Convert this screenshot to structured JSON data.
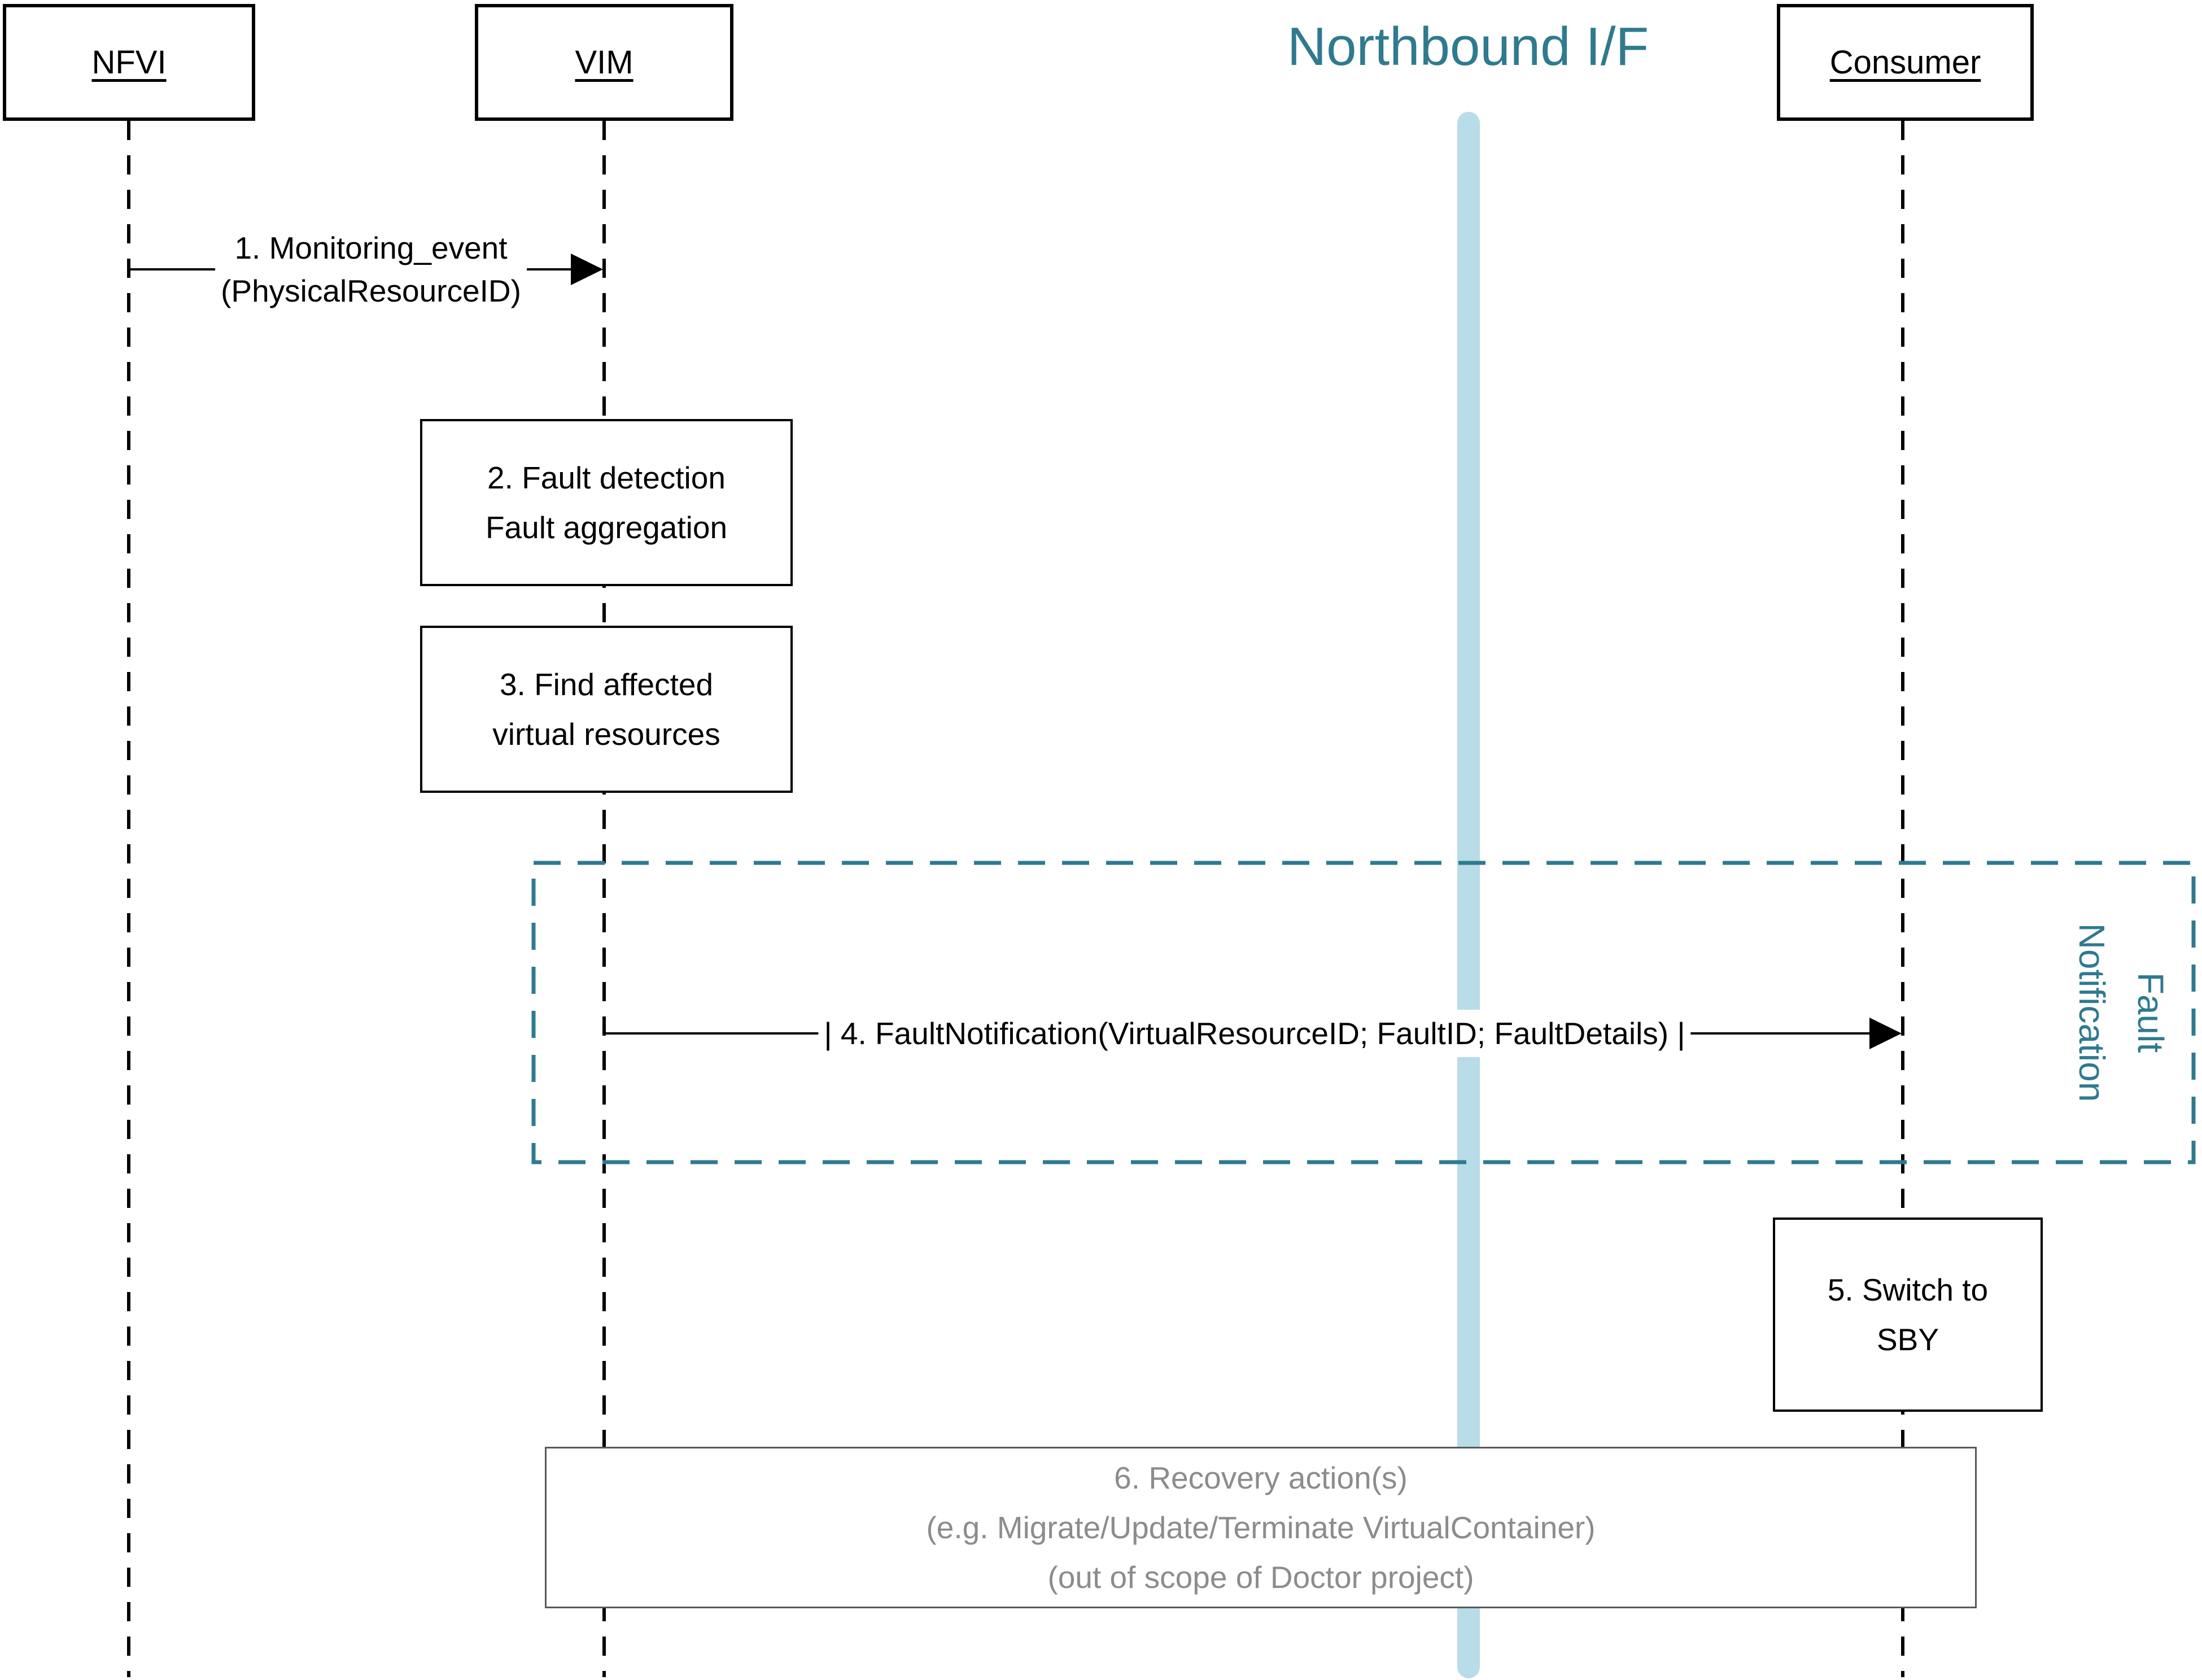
{
  "title": "Northbound I/F",
  "colors": {
    "teal": "#2F7A8F",
    "light-blue": "#B8DCE8",
    "gray-text": "#8C8C8C",
    "black": "#000000"
  },
  "participants": [
    {
      "name": "NFVI"
    },
    {
      "name": "VIM"
    },
    {
      "name": "Consumer"
    }
  ],
  "messages": [
    {
      "from": "NFVI",
      "to": "VIM",
      "label_line1": "1. Monitoring_event",
      "label_line2": "(PhysicalResourceID)"
    },
    {
      "from": "VIM",
      "to": "Consumer",
      "label": "| 4. FaultNotification(VirtualResourceID; FaultID; FaultDetails) |"
    }
  ],
  "activities": [
    {
      "on": "VIM",
      "line1": "2. Fault detection",
      "line2": "Fault aggregation"
    },
    {
      "on": "VIM",
      "line1": "3. Find affected",
      "line2": "virtual resources"
    },
    {
      "on": "Consumer",
      "line1": "5. Switch to",
      "line2": "SBY"
    }
  ],
  "group": {
    "label_line1": "Fault",
    "label_line2": "Notification"
  },
  "note": {
    "line1": "6. Recovery action(s)",
    "line2": "(e.g. Migrate/Update/Terminate VirtualContainer)",
    "line3": "(out of scope of Doctor project)"
  }
}
